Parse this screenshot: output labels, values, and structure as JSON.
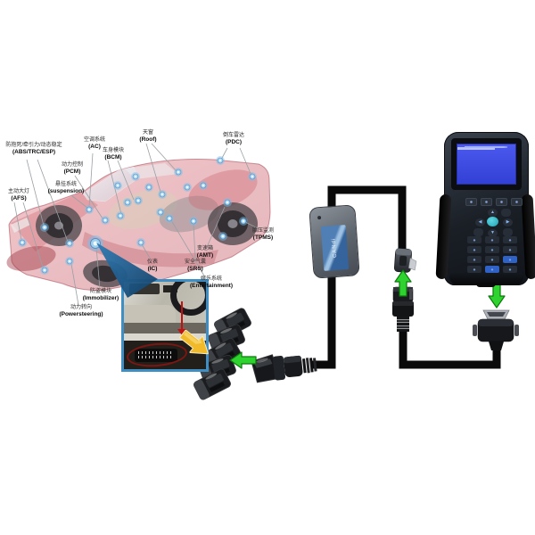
{
  "colors": {
    "background": "#ffffff",
    "car_body_pink": "#d9818e",
    "diagnostic_dot_blue": "#8cc7ee",
    "inset_border_blue": "#3f8fc4",
    "callout_wedge_blue": "#1d5c8f",
    "interface_label_blue": "#4f7fb4",
    "scanner_screen_blue": "#4150e8",
    "green_arrow": "#2fd32f",
    "yellow_arrow": "#f0ba2b",
    "cable_black": "#0a0a0a"
  },
  "car_labels": [
    {
      "id": "abs",
      "zh": "防抱死/牵引力/动态稳定",
      "en": "(ABS/TRC/ESP)"
    },
    {
      "id": "ac",
      "zh": "空调系统",
      "en": "(AC)"
    },
    {
      "id": "roof",
      "zh": "天窗",
      "en": "(Roof)"
    },
    {
      "id": "bcm",
      "zh": "车身模块",
      "en": "(BCM)"
    },
    {
      "id": "pcm",
      "zh": "动力控制",
      "en": "(PCM)"
    },
    {
      "id": "suspension",
      "zh": "悬挂系统",
      "en": "(suspension)"
    },
    {
      "id": "afs",
      "zh": "主动大灯",
      "en": "(AFS)"
    },
    {
      "id": "pdc",
      "zh": "倒车雷达",
      "en": "(PDC)"
    },
    {
      "id": "tpms",
      "zh": "胎压监测",
      "en": "(TPMS)"
    },
    {
      "id": "amt",
      "zh": "变速箱",
      "en": "(AMT)"
    },
    {
      "id": "srs",
      "zh": "安全气囊",
      "en": "(SRS)"
    },
    {
      "id": "ic",
      "zh": "仪表",
      "en": "(IC)"
    },
    {
      "id": "entertainment",
      "zh": "娱乐系统",
      "en": "(Entertainment)"
    },
    {
      "id": "immobilizer",
      "zh": "防盗模块",
      "en": "(Immobilizer)"
    },
    {
      "id": "powersteering",
      "zh": "动力转向",
      "en": "(Powersteering)"
    }
  ],
  "interface_box": {
    "label": "CANdi"
  },
  "icons": {
    "key_up": "▲",
    "key_down": "▼",
    "key_left": "◀",
    "key_right": "▶",
    "green_left_arrow": "adapter-connect-arrow",
    "green_up_arrow": "plug-up-arrow",
    "green_down_arrow": "plug-into-scanner-arrow",
    "yellow_arrow": "obd-port-to-adapters-arrow",
    "red_arrow": "obd-port-locator-arrow"
  }
}
